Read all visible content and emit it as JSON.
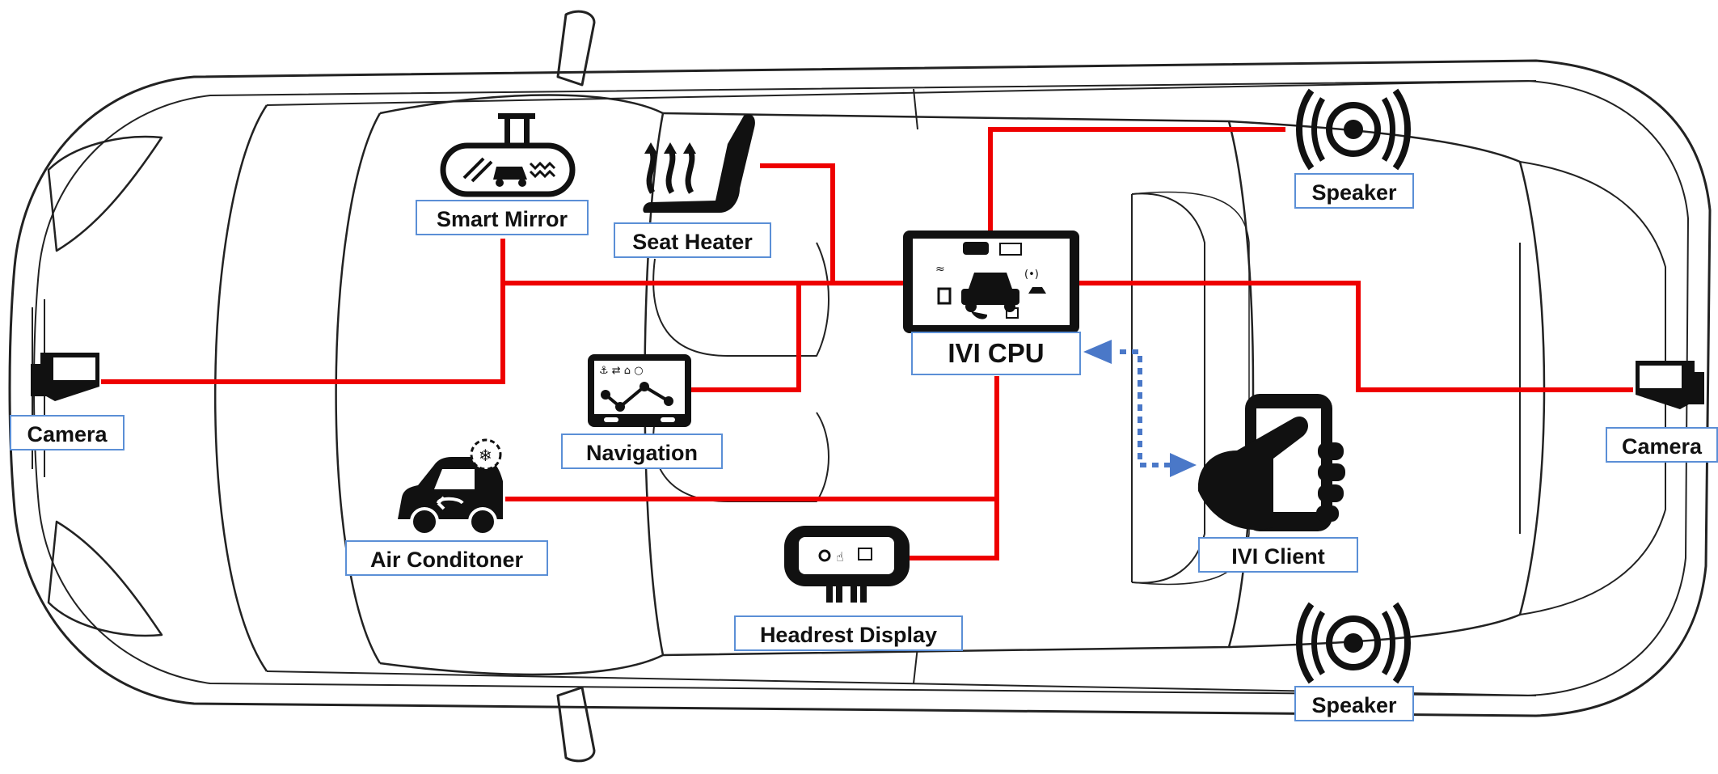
{
  "colors": {
    "connection": "#ee0000",
    "wireless_link": "#4a78c8",
    "label_border": "#5b8fd6",
    "outline": "#222222",
    "icon": "#111111"
  },
  "components": {
    "smart_mirror": {
      "label": "Smart Mirror",
      "icon": "rearview-mirror-icon"
    },
    "seat_heater": {
      "label": "Seat Heater",
      "icon": "heated-seat-icon"
    },
    "ivi_cpu": {
      "label": "IVI CPU",
      "icon": "infotainment-screen-icon"
    },
    "speaker_front": {
      "label": "Speaker",
      "icon": "speaker-icon"
    },
    "speaker_rear": {
      "label": "Speaker",
      "icon": "speaker-icon"
    },
    "camera_front": {
      "label": "Camera",
      "icon": "camera-icon"
    },
    "camera_rear": {
      "label": "Camera",
      "icon": "camera-icon"
    },
    "navigation": {
      "label": "Navigation",
      "icon": "navigation-screen-icon"
    },
    "air_conditioner": {
      "label": "Air Conditoner",
      "icon": "car-climate-icon"
    },
    "headrest_display": {
      "label": "Headrest Display",
      "icon": "headrest-screen-icon"
    },
    "ivi_client": {
      "label": "IVI Client",
      "icon": "smartphone-in-hand-icon"
    }
  }
}
